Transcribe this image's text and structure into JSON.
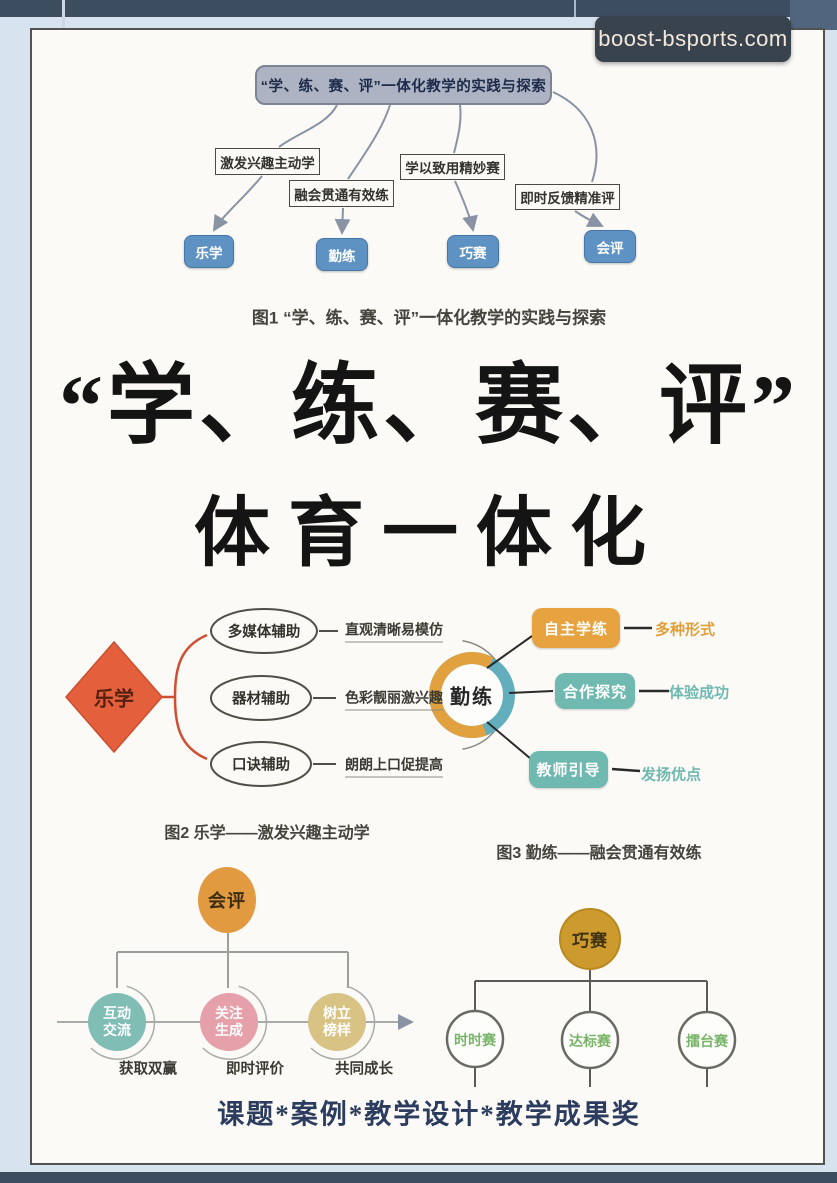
{
  "watermark": {
    "text": "boost-bsports.com"
  },
  "flowchart": {
    "root": "“学、练、赛、评”一体化教学的实践与探索",
    "branches": [
      {
        "label": "激发兴趣主动学",
        "node": "乐学"
      },
      {
        "label": "融会贯通有效练",
        "node": "勤练"
      },
      {
        "label": "学以致用精妙赛",
        "node": "巧赛"
      },
      {
        "label": "即时反馈精准评",
        "node": "会评"
      }
    ],
    "caption": "图1 “学、练、赛、评”一体化教学的实践与探索"
  },
  "title": {
    "line1": "“学、练、赛、评”",
    "line2": "体育一体化"
  },
  "fig_lexue": {
    "center": "乐学",
    "items": [
      {
        "node": "多媒体辅助",
        "desc": "直观清晰易模仿"
      },
      {
        "node": "器材辅助",
        "desc": "色彩靓丽激兴趣"
      },
      {
        "node": "口诀辅助",
        "desc": "朗朗上口促提高"
      }
    ],
    "caption": "图2 乐学——激发兴趣主动学"
  },
  "fig_qinlian": {
    "center": "勤练",
    "items": [
      {
        "node": "自主学练",
        "desc": "多种形式"
      },
      {
        "node": "合作探究",
        "desc": "体验成功"
      },
      {
        "node": "教师引导",
        "desc": "发扬优点"
      }
    ],
    "caption": "图3 勤练——融会贯通有效练"
  },
  "fig_huiping": {
    "center": "会评",
    "items": [
      {
        "node": "互动交流",
        "desc": "获取双赢"
      },
      {
        "node": "关注生成",
        "desc": "即时评价"
      },
      {
        "node": "树立榜样",
        "desc": "共同成长"
      }
    ]
  },
  "fig_qiaosai": {
    "center": "巧赛",
    "items": [
      {
        "node": "时时赛"
      },
      {
        "node": "达标赛"
      },
      {
        "node": "擂台赛"
      }
    ]
  },
  "footer": "课题*案例*教学设计*教学成果奖",
  "colors": {
    "page_bg": "#fbfaf7",
    "outer_bg": "#d7e4f0",
    "band": "#3d4d60",
    "blue_node": "#5e92c3",
    "root_box": "#adb3c3",
    "diamond_orange_red": "#e45f3b",
    "accent_orange": "#e6a33f",
    "accent_teal": "#6fb9b1",
    "accent_pink": "#e6a0a9",
    "accent_tan": "#d8c385",
    "accent_gold": "#cd9a2e",
    "accent_green": "#79b569",
    "footer_navy": "#2c3c5e"
  }
}
